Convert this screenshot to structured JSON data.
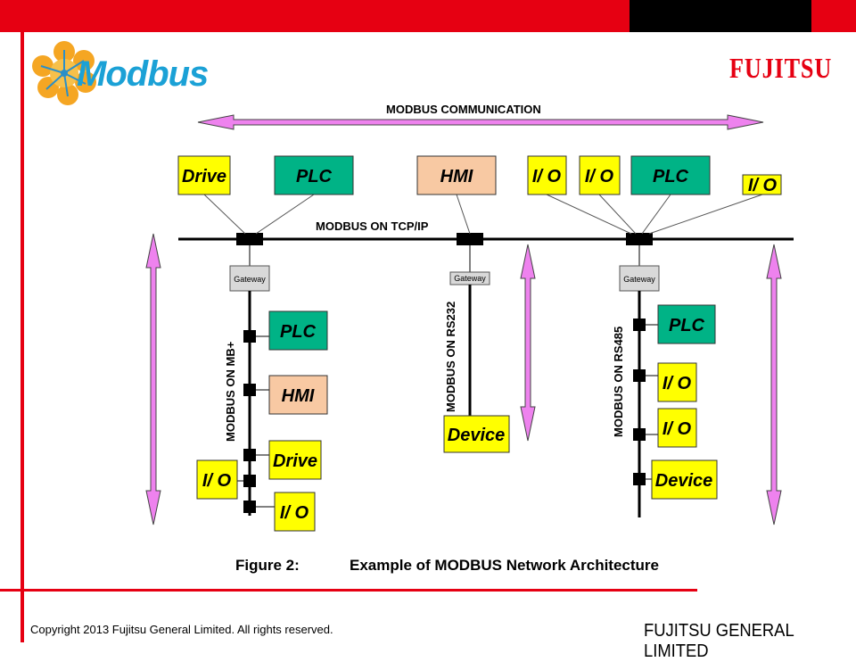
{
  "header": {
    "logo_text": "Modbus",
    "brand_text": "FUJITSU",
    "colors": {
      "accent_red": "#e60012",
      "logo_blue": "#1ba1d6"
    }
  },
  "diagram": {
    "comm_label": "MODBUS COMMUNICATION",
    "tcp_label": "MODBUS ON TCP/IP",
    "mbplus_label": "MODBUS ON MB+",
    "rs232_label": "MODBUS ON RS232",
    "rs485_label": "MODBUS ON RS485",
    "gateway_label": "Gateway",
    "caption_prefix": "Figure 2:",
    "caption_text": "Example of MODBUS Network Architecture",
    "top_devices": [
      "Drive",
      "PLC",
      "HMI",
      "I/ O",
      "I/ O",
      "PLC",
      "I/ O"
    ],
    "mbplus_devices": [
      "PLC",
      "HMI",
      "Drive",
      "I/ O",
      "I/ O"
    ],
    "rs232_devices": [
      "Device"
    ],
    "rs485_devices": [
      "PLC",
      "I/ O",
      "I/ O",
      "Device"
    ],
    "colors": {
      "yellow": "#ffff00",
      "green": "#00b386",
      "peach": "#f8c9a3",
      "arrow": "#ee82ee"
    }
  },
  "footer": {
    "copyright": "Copyright 2013 Fujitsu General Limited. All rights reserved.",
    "company": "FUJITSU GENERAL LIMITED"
  }
}
